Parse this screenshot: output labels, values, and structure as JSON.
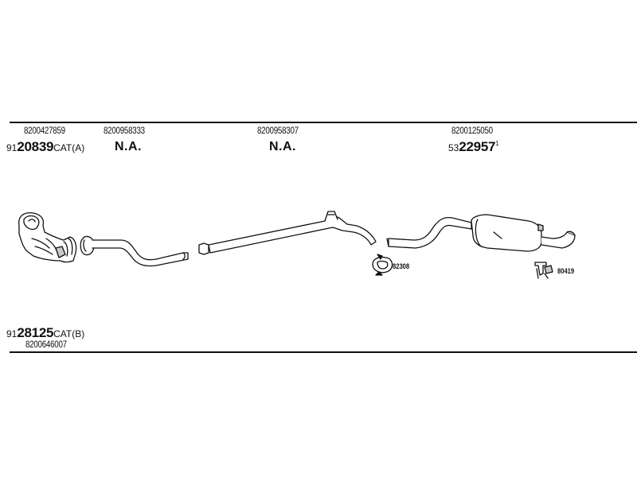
{
  "top_row": {
    "oem_1": "8200427859",
    "oem_2": "8200958333",
    "oem_3": "8200958307",
    "oem_4": "8200125050",
    "part_1": {
      "prefix": "91",
      "main": "20839",
      "suffix": "CAT(A)"
    },
    "na_1": "N.A.",
    "na_2": "N.A.",
    "part_4": {
      "prefix": "53",
      "main": "22957",
      "sup": "1"
    }
  },
  "bottom_row": {
    "part": {
      "prefix": "91",
      "main": "28125",
      "suffix": "CAT(B)"
    },
    "oem": "8200646007"
  },
  "components": {
    "gasket_label": "82308",
    "hanger_label": "80419"
  },
  "colors": {
    "line": "#111111",
    "fill": "#ffffff",
    "shade": "#c8c8c8"
  }
}
